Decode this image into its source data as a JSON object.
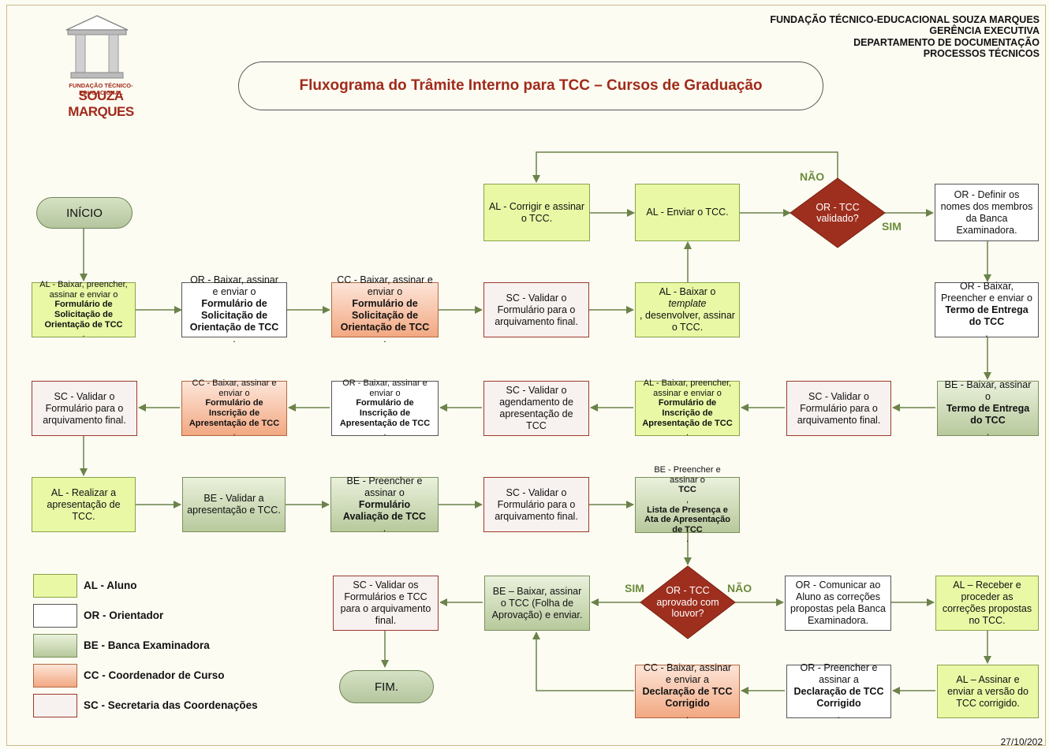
{
  "header": {
    "org_lines": [
      "FUNDAÇÃO TÉCNICO-EDUCACIONAL SOUZA MARQUES",
      "GERÊNCIA EXECUTIVA",
      "DEPARTAMENTO DE DOCUMENTAÇÃO",
      "PROCESSOS TÉCNICOS"
    ],
    "logo_small": "FUNDAÇÃO TÉCNICO-EDUCACIONAL",
    "logo_big": "SOUZA MARQUES",
    "title": "Fluxograma do Trâmite Interno para TCC – Cursos de Graduação"
  },
  "terminals": {
    "start": "INÍCIO",
    "end": "FIM."
  },
  "nodes": {
    "n1": {
      "pre": "AL - Baixar, preencher, assinar e enviar o ",
      "bold": "Formulário de Solicitação de Orientação de TCC",
      "post": "."
    },
    "n2": {
      "pre": "OR - Baixar, assinar e enviar o ",
      "bold": "Formulário de Solicitação de Orientação de TCC",
      "post": "."
    },
    "n3": {
      "pre": "CC - Baixar, assinar e enviar o ",
      "bold": "Formulário de Solicitação de Orientação de TCC",
      "post": "."
    },
    "n4": {
      "pre": "SC - Validar o Formulário para o arquivamento final.",
      "bold": "",
      "post": ""
    },
    "n5": {
      "pre": "AL - Baixar o ",
      "ital": "template",
      "post": ", desenvolver, assinar o TCC."
    },
    "n6": {
      "pre": "AL - Enviar o TCC.",
      "bold": "",
      "post": ""
    },
    "n7": {
      "pre": "AL - Corrigir e assinar o TCC.",
      "bold": "",
      "post": ""
    },
    "n8": {
      "pre": "OR - Definir os nomes dos membros da Banca Examinadora.",
      "bold": "",
      "post": ""
    },
    "n9": {
      "pre": "OR - Baixar, Preencher e enviar o ",
      "bold": "Termo de Entrega do TCC",
      "post": "."
    },
    "n10": {
      "pre": "BE - Baixar, assinar o ",
      "bold": "Termo de Entrega do TCC",
      "post": "."
    },
    "n11": {
      "pre": "SC - Validar o Formulário para o arquivamento final.",
      "bold": "",
      "post": ""
    },
    "n12": {
      "pre": "AL - Baixar, preencher, assinar e enviar o ",
      "bold": "Formulário de Inscrição de Apresentação de TCC",
      "post": "."
    },
    "n13": {
      "pre": "SC - Validar o agendamento de apresentação de TCC",
      "bold": "",
      "post": ""
    },
    "n14": {
      "pre": "OR - Baixar, assinar e enviar o ",
      "bold": "Formulário de Inscrição de Apresentação de TCC",
      "post": "."
    },
    "n15": {
      "pre": "CC - Baixar, assinar e enviar o ",
      "bold": "Formulário de Inscrição de Apresentação de TCC",
      "post": "."
    },
    "n16": {
      "pre": "SC - Validar o Formulário para o arquivamento final.",
      "bold": "",
      "post": ""
    },
    "n17": {
      "pre": "AL - Realizar a apresentação de TCC.",
      "bold": "",
      "post": ""
    },
    "n18": {
      "pre": "BE - Validar a apresentação e TCC.",
      "bold": "",
      "post": ""
    },
    "n19": {
      "pre": "BE - Preencher e assinar o ",
      "bold": "Formulário Avaliação de TCC",
      "post": "."
    },
    "n20": {
      "pre": "SC - Validar o Formulário para o arquivamento final.",
      "bold": "",
      "post": ""
    },
    "n21": {
      "pre": "BE - Preencher e assinar o ",
      "bold": "TCC",
      "mid": ", ",
      "bold2": "Lista de Presença e Ata de Apresentação de TCC",
      "post": "."
    },
    "n22": {
      "pre": "OR - Comunicar ao Aluno as correções propostas pela Banca Examinadora.",
      "bold": "",
      "post": ""
    },
    "n23": {
      "pre": "AL – Receber e proceder as correções propostas no TCC.",
      "bold": "",
      "post": ""
    },
    "n24": {
      "pre": "AL – Assinar e enviar a versão do TCC corrigido.",
      "bold": "",
      "post": ""
    },
    "n25": {
      "pre": "OR - Preencher e assinar a ",
      "bold": "Declaração de TCC Corrigido",
      "post": "."
    },
    "n26": {
      "pre": "CC -  Baixar, assinar e enviar a ",
      "bold": "Declaração de TCC Corrigido",
      "post": "."
    },
    "n27": {
      "pre": "BE – Baixar, assinar o TCC (Folha de Aprovação) e enviar.",
      "bold": "",
      "post": ""
    },
    "n28": {
      "pre": "SC - Validar os Formulários e TCC para o arquivamento final.",
      "bold": "",
      "post": ""
    }
  },
  "decisions": {
    "d1": "OR - TCC validado?",
    "d2": "OR - TCC aprovado com louvor?"
  },
  "branch_labels": {
    "yes": "SIM",
    "no": "NÃO"
  },
  "legend": [
    {
      "code": "AL - Aluno",
      "color": "#e8f8a5"
    },
    {
      "code": "OR - Orientador",
      "color": "#ffffff"
    },
    {
      "code": "BE - Banca Examinadora",
      "color": "#cad8b4"
    },
    {
      "code": "CC - Coordenador de Curso",
      "color": "#f6bfa2"
    },
    {
      "code": "SC - Secretaria das Coordenações",
      "color": "#f7f1ef"
    }
  ],
  "colors": {
    "arrow": "#6b8249",
    "decision": "#9e2f1e",
    "title": "#a02a1a",
    "branch_label": "#6b8c3a"
  },
  "footer": {
    "date": "27/10/202"
  }
}
